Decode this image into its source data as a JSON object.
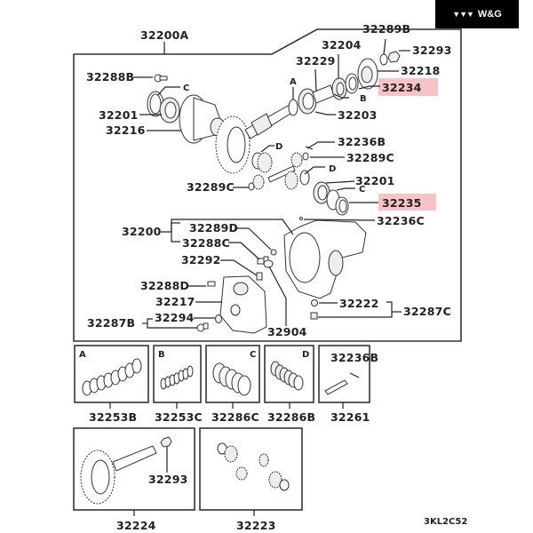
{
  "brand": {
    "logo_icon": "triple-chevron-logo-icon",
    "name": "W&G"
  },
  "diagram": {
    "main_assembly": "32200A",
    "callouts": {
      "p32288B": "32288B",
      "p32201_left": "32201",
      "p32216": "32216",
      "p32204": "32204",
      "p32229": "32229",
      "p32289B": "32289B",
      "p32293_top": "32293",
      "p32218": "32218",
      "p32234": "32234",
      "p32203": "32203",
      "p32236B": "32236B",
      "p32289C_right": "32289C",
      "p32289C_left": "32289C",
      "p32201_right": "32201",
      "p32235": "32235",
      "p32236C": "32236C",
      "p32200": "32200",
      "p32289D": "32289D",
      "p32288C": "32288C",
      "p32292": "32292",
      "p32288D": "32288D",
      "p32217": "32217",
      "p32287B": "32287B",
      "p32294": "32294",
      "p32904": "32904",
      "p32222": "32222",
      "p32287C": "32287C"
    },
    "letters": {
      "C_left": "C",
      "A": "A",
      "B": "B",
      "D_upper": "D",
      "D_lower": "D",
      "C_right": "C"
    },
    "highlighted": [
      "32234",
      "32235"
    ],
    "highlight_color": "#f6c3c6",
    "kits": [
      {
        "letter": "A",
        "part": "32253B"
      },
      {
        "letter": "B",
        "part": "32253C"
      },
      {
        "letter": "C",
        "part": "32286C"
      },
      {
        "letter": "D",
        "part": "32286B"
      },
      {
        "letter": "",
        "part": "32261",
        "inner_label": "32236B"
      }
    ],
    "sets": [
      {
        "part": "32224",
        "inner_label": "32293"
      },
      {
        "part": "32223"
      }
    ],
    "diagram_code": "3KL2C52"
  }
}
